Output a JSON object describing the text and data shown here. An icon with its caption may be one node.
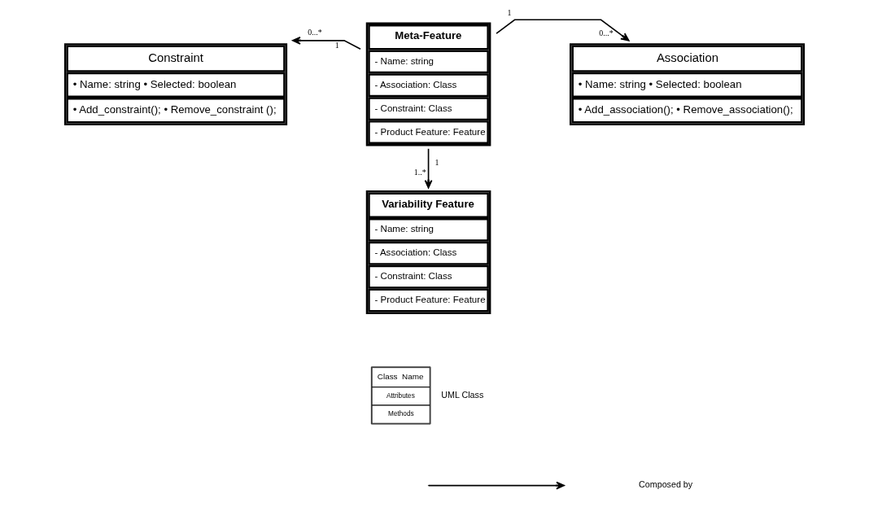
{
  "diagram": {
    "nodes": [
      {
        "text": [
          "Constraint",
          "• Name: string • Selected: boolean",
          "• Add_constraint(); • Remove_constraint ();"
        ]
      },
      {
        "text": [
          "Meta-Feature",
          "- Name: string",
          "- Association: Class",
          "- Constraint: Class",
          "- Product Feature: Feature"
        ]
      },
      {
        "text": [
          "Association",
          "• Name: string • Selected: boolean",
          "• Add_association(); • Remove_association();"
        ]
      },
      {
        "text": [
          "Variability Feature",
          "- Name: string",
          "- Association: Class",
          "- Constraint: Class",
          "- Product Feature: Feature"
        ]
      },
      {
        "text": [
          "Class  Name",
          "Attributes",
          "Methods"
        ],
        "beside": [
          "UML Class"
        ]
      }
    ],
    "edges": [
      {
        "from": 1,
        "to": 0,
        "arrow": "to"
      },
      {
        "from": 1,
        "to": 2,
        "arrow": "to"
      },
      {
        "from": 1,
        "to": 3,
        "arrow": "to"
      }
    ],
    "labels": [
      "1",
      "0...*",
      "1",
      "0...*",
      "1",
      "1..*"
    ],
    "legend": [
      {
        "text": "Composed by"
      }
    ]
  }
}
